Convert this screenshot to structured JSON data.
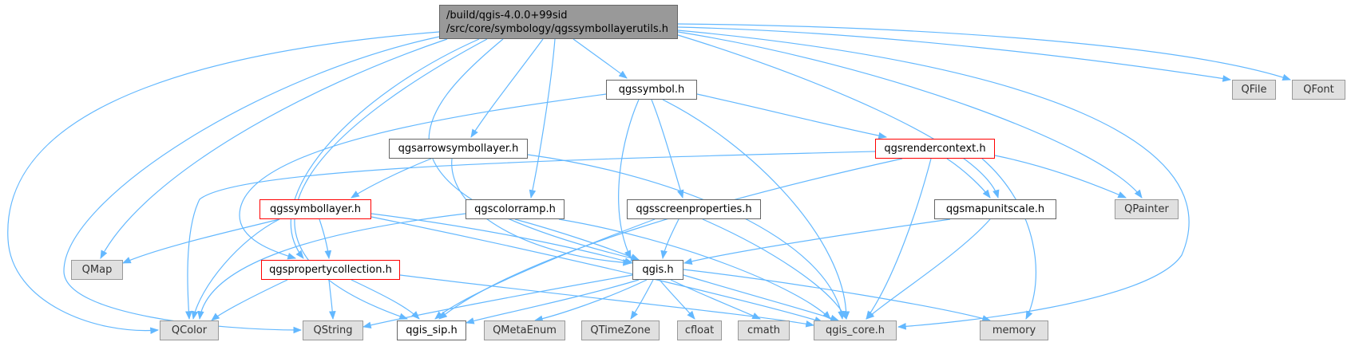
{
  "graph": {
    "root": {
      "line1": "/build/qgis-4.0.0+99sid",
      "line2": "/src/core/symbology/qgssymbollayerutils.h"
    },
    "nodes": {
      "qgssymbol": "qgssymbol.h",
      "qfile": "QFile",
      "qfont": "QFont",
      "qgsarrowsymbollayer": "qgsarrowsymbollayer.h",
      "qgsrendercontext": "qgsrendercontext.h",
      "qgssymbollayer": "qgssymbollayer.h",
      "qgscolorramp": "qgscolorramp.h",
      "qgsscreenproperties": "qgsscreenproperties.h",
      "qgsmapunitscale": "qgsmapunitscale.h",
      "qpainter": "QPainter",
      "qmap": "QMap",
      "qgspropertycollection": "qgspropertycollection.h",
      "qgis": "qgis.h",
      "qcolor": "QColor",
      "qstring": "QString",
      "qgis_sip": "qgis_sip.h",
      "qmetaenum": "QMetaEnum",
      "qtimezone": "QTimeZone",
      "cfloat": "cfloat",
      "cmath": "cmath",
      "qgis_core": "qgis_core.h",
      "memory": "memory"
    },
    "colors": {
      "edge": "#63b8ff",
      "root_fill": "#999999",
      "external_fill": "#e0e0e0",
      "red_border": "#ff0000"
    }
  }
}
